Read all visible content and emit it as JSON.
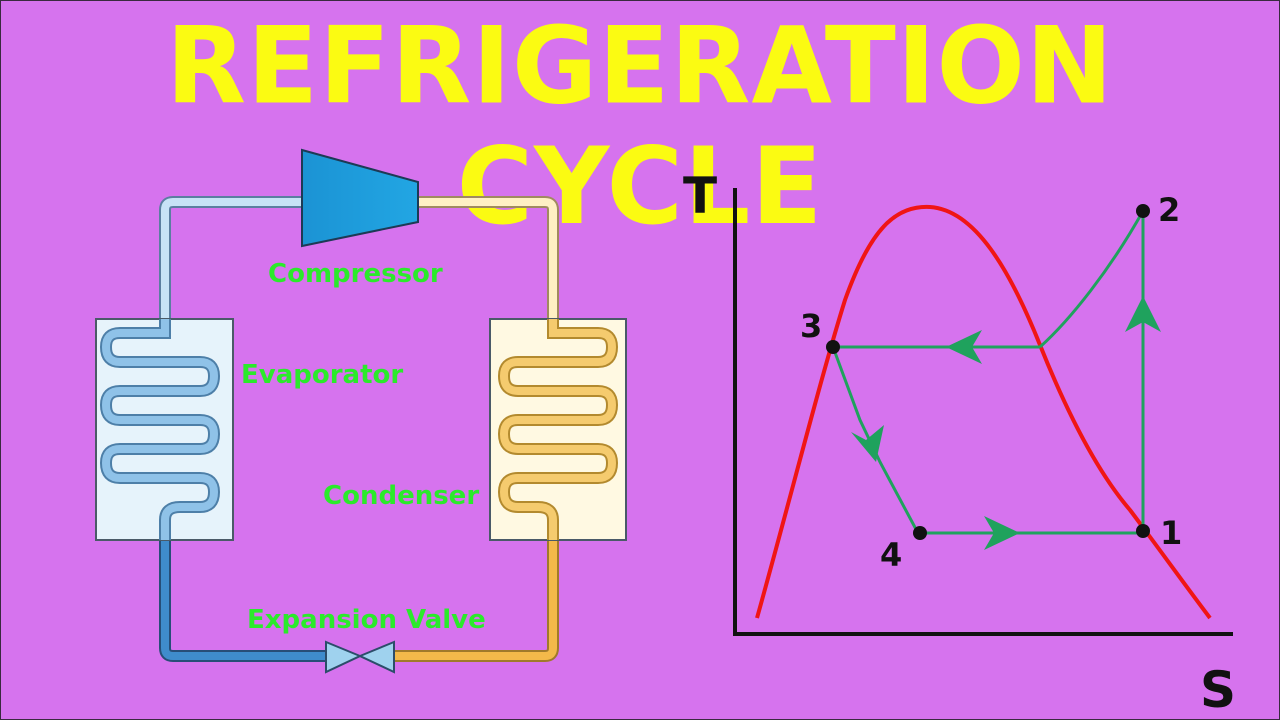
{
  "title": "REFRIGERATION CYCLE",
  "components": {
    "compressor": "Compressor",
    "evaporator": "Evaporator",
    "condenser": "Condenser",
    "expansion_valve": "Expansion Valve"
  },
  "ts_diagram": {
    "y_axis": "T",
    "x_axis": "S",
    "points": [
      "1",
      "2",
      "3",
      "4"
    ]
  },
  "colors": {
    "background": "#d673ee",
    "title": "#fbfb12",
    "labels": "#2bea2b",
    "saturation_dome": "#f01515",
    "cycle_path": "#1fa25d",
    "compressor": "#1e9ad8",
    "evaporator_coil": "#7ab6e0",
    "condenser_coil": "#f0c15a"
  }
}
